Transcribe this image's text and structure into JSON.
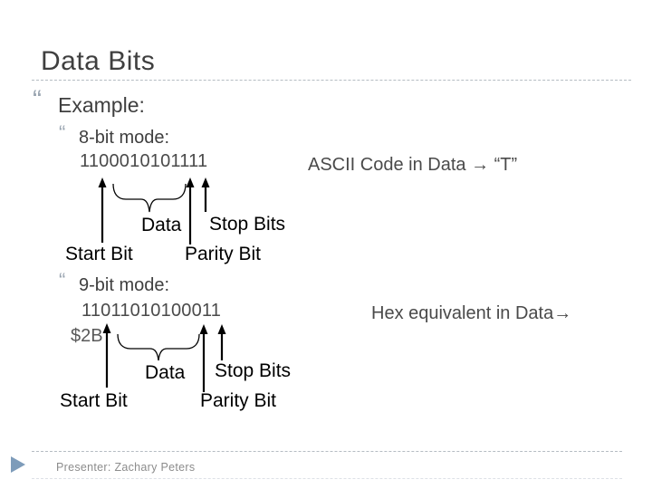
{
  "slide": {
    "title": "Data Bits",
    "bullet_glyph": "“",
    "example_label": "Example:",
    "sections": [
      {
        "heading": "8-bit mode:",
        "binary": "1100010101111",
        "note": "ASCII Code in Data → “T”",
        "labels": {
          "data": "Data",
          "stop_bits": "Stop Bits",
          "start_bit": "Start Bit",
          "parity_bit": "Parity Bit"
        }
      },
      {
        "heading": "9-bit mode:",
        "binary": "11011010100011",
        "hex_value": "$2B",
        "note": "Hex equivalent in Data→",
        "labels": {
          "data": "Data",
          "stop_bits": "Stop Bits",
          "start_bit": "Start Bit",
          "parity_bit": "Parity Bit"
        }
      }
    ],
    "footer": {
      "presenter": "Presenter: Zachary Peters"
    },
    "colors": {
      "title_text": "#3f3f3f",
      "body_text": "#3f3f3f",
      "binary_text": "#4a4a4a",
      "annotation": "#000000",
      "bullet": "#9aa5b1",
      "hex_muted": "#595959",
      "presenter_text": "#8c8c8c",
      "divider": "#b5bcc3",
      "footer_triangle": "#7e9cba"
    }
  }
}
